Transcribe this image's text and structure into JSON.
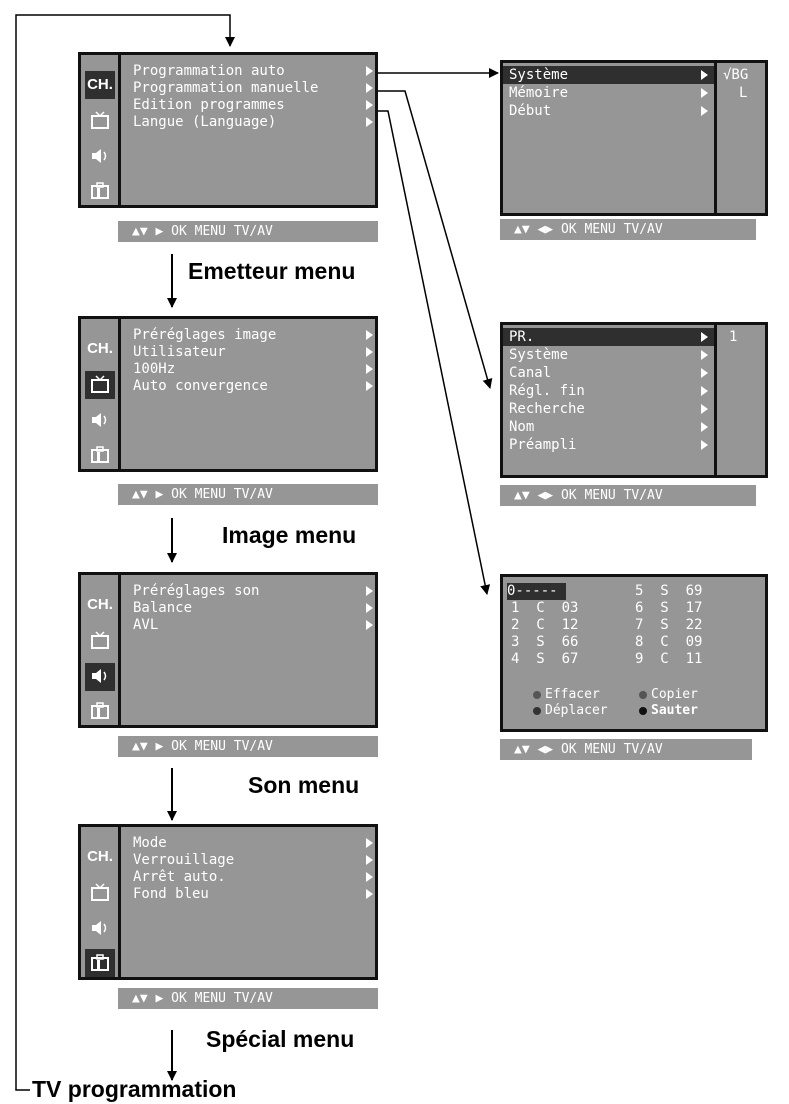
{
  "hint_main": "▲▼ ▶ OK MENU TV/AV",
  "hint_sub": "▲▼ ◀▶ OK MENU TV/AV",
  "icon_labels": {
    "ch": "CH."
  },
  "icons": [
    "ch-icon",
    "tv-icon",
    "speaker-icon",
    "briefcase-icon"
  ],
  "menus": [
    {
      "items": [
        "Programmation auto",
        "Programmation manuelle",
        "Edition programmes",
        "Langue (Language)"
      ],
      "label": "Emetteur menu"
    },
    {
      "items": [
        "Préréglages image",
        "Utilisateur",
        "100Hz",
        "Auto convergence"
      ],
      "label": "Image menu"
    },
    {
      "items": [
        "Préréglages son",
        "Balance",
        "AVL"
      ],
      "label": "Son menu"
    },
    {
      "items": [
        "Mode",
        "Verrouillage",
        "Arrêt auto.",
        "Fond bleu"
      ],
      "label": "Spécial menu"
    }
  ],
  "auto_menu": {
    "items": [
      "Système",
      "Mémoire",
      "Début"
    ],
    "values": [
      "√BG",
      "L"
    ]
  },
  "manual_menu": {
    "items": [
      "PR.",
      "Système",
      "Canal",
      "Régl. fin",
      "Recherche",
      "Nom",
      "Préampli"
    ],
    "value": "1"
  },
  "edition": {
    "rows_left": [
      "0-----",
      "1  C  03",
      "2  C  12",
      "3  S  66",
      "4  S  67"
    ],
    "rows_right": [
      "5  S  69",
      "6  S  17",
      "7  S  22",
      "8  C  09",
      "9  C  11"
    ],
    "legend": [
      "Effacer",
      "Copier",
      "Déplacer",
      "Sauter"
    ]
  },
  "bottom_label": "TV programmation",
  "colors": {
    "panel": "#969696",
    "dark": "#2f2f2f",
    "border": "#111111",
    "text": "#ffffff"
  }
}
